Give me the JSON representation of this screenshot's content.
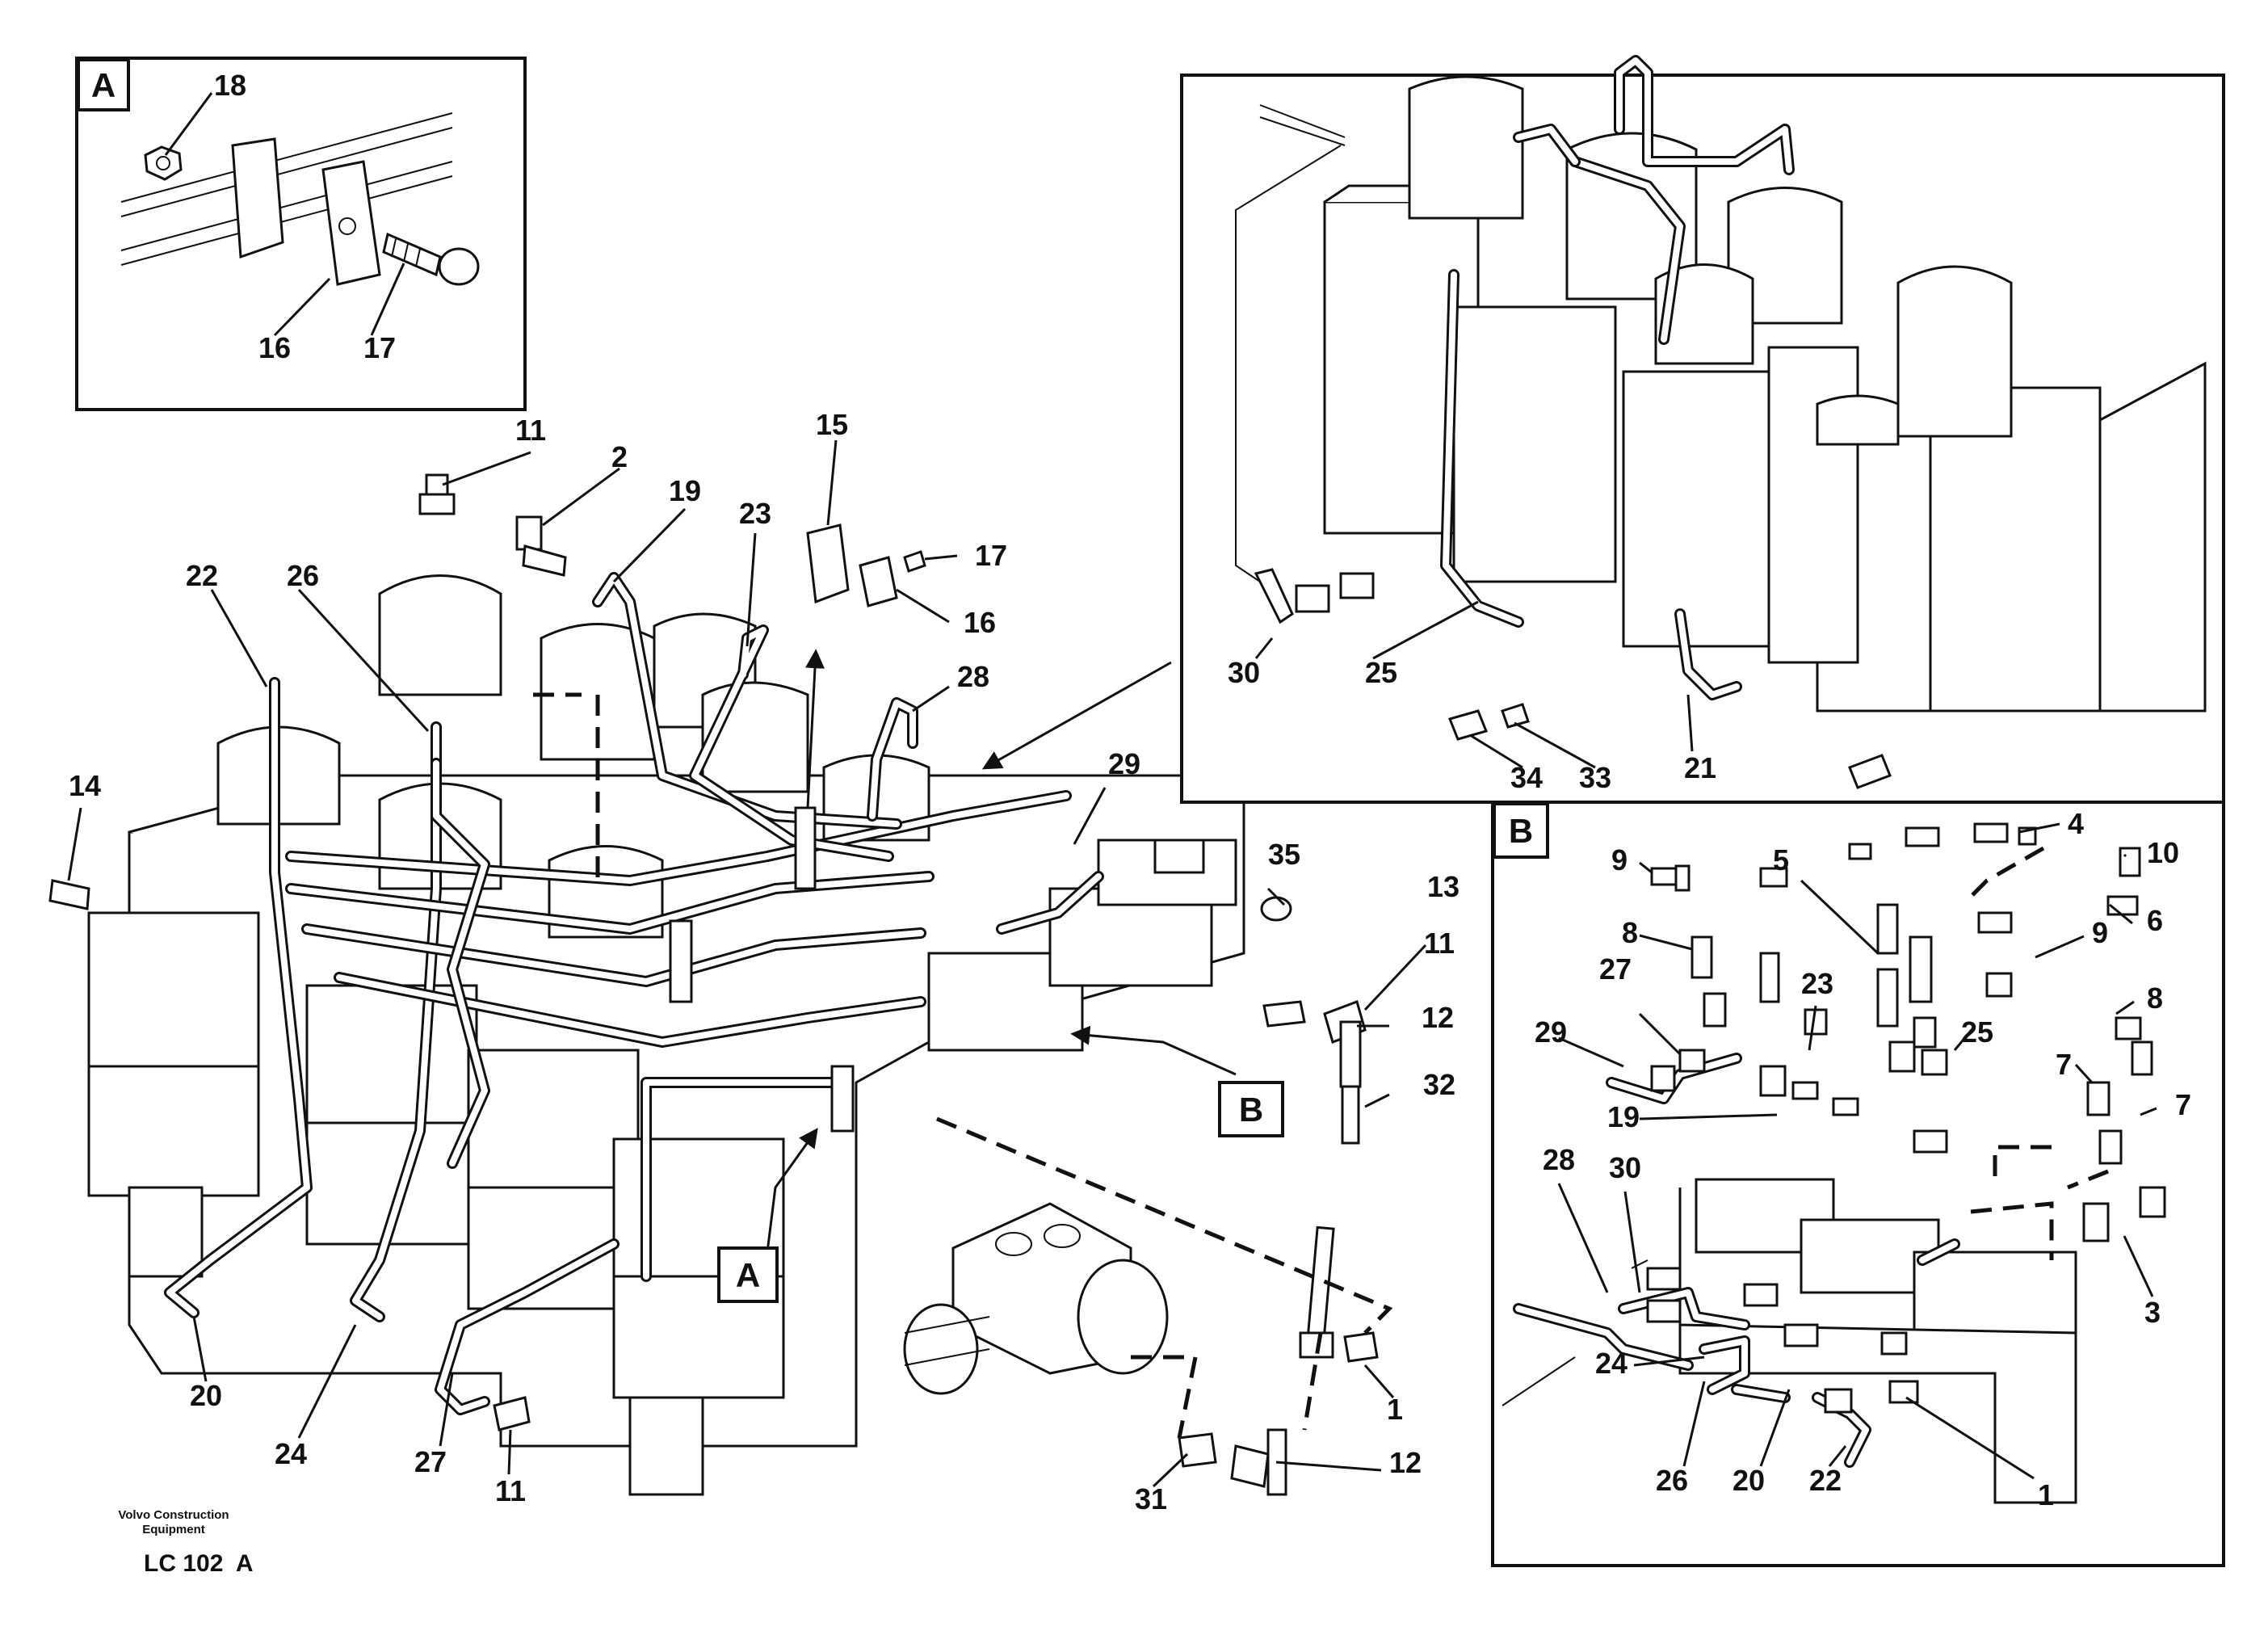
{
  "footer": {
    "credit_line1": "Volvo Construction",
    "credit_line2": "Equipment",
    "drawing_code": "LC 102  A"
  },
  "detail_tags": {
    "a_box": "A",
    "b_box": "B",
    "callout_a": "A",
    "callout_b": "B"
  },
  "labels": {
    "a18": "18",
    "a16": "16",
    "a17": "17",
    "m11_top": "11",
    "m2": "2",
    "m19": "19",
    "m23": "23",
    "m15": "15",
    "m17": "17",
    "m16": "16",
    "m22": "22",
    "m26": "26",
    "m28": "28",
    "m14": "14",
    "m29": "29",
    "m35": "35",
    "m13": "13",
    "m11_right": "11",
    "m12_top": "12",
    "m32": "32",
    "m20": "20",
    "m24": "24",
    "m27": "27",
    "m11_bottom": "11",
    "m1": "1",
    "m31": "31",
    "m12_bottom": "12",
    "u30": "30",
    "u25": "25",
    "u34": "34",
    "u33": "33",
    "u21": "21",
    "b9a": "9",
    "b5": "5",
    "b4": "4",
    "b10": "10",
    "b8a": "8",
    "b27": "27",
    "b6": "6",
    "b9b": "9",
    "b29": "29",
    "b23": "23",
    "b8b": "8",
    "b25": "25",
    "b7a": "7",
    "b7b": "7",
    "b19": "19",
    "b28": "28",
    "b30": "30",
    "b3": "3",
    "b24": "24",
    "b26": "26",
    "b20": "20",
    "b22": "22",
    "b1": "1"
  }
}
